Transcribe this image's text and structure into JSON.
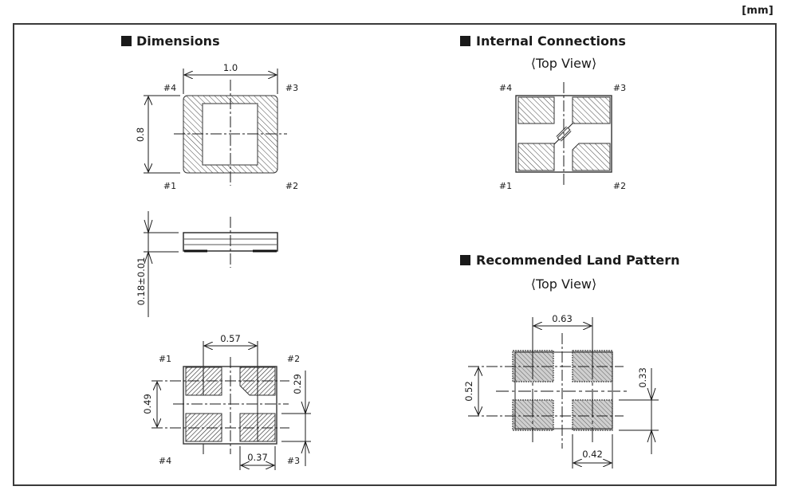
{
  "unit_label": "[mm]",
  "sections": {
    "dimensions": {
      "title": "Dimensions",
      "top_view": {
        "width_dim": "1.0",
        "height_dim": "0.8",
        "pins": {
          "tl": "#4",
          "tr": "#3",
          "bl": "#1",
          "br": "#2"
        }
      },
      "side_view": {
        "thickness_dim": "0.18±0.01"
      },
      "bottom_view": {
        "pad_pitch_x": "0.57",
        "pad_pitch_y": "0.49",
        "pad_height": "0.29",
        "pad_width": "0.37",
        "pins": {
          "tl": "#1",
          "tr": "#2",
          "bl": "#4",
          "br": "#3"
        }
      }
    },
    "internal_connections": {
      "title": "Internal Connections",
      "subtitle": "⟨Top View⟩",
      "pins": {
        "tl": "#4",
        "tr": "#3",
        "bl": "#1",
        "br": "#2"
      }
    },
    "land_pattern": {
      "title": "Recommended Land Pattern",
      "subtitle": "⟨Top View⟩",
      "pad_pitch_x": "0.63",
      "pad_pitch_y": "0.52",
      "pad_height": "0.33",
      "pad_width": "0.42"
    }
  }
}
